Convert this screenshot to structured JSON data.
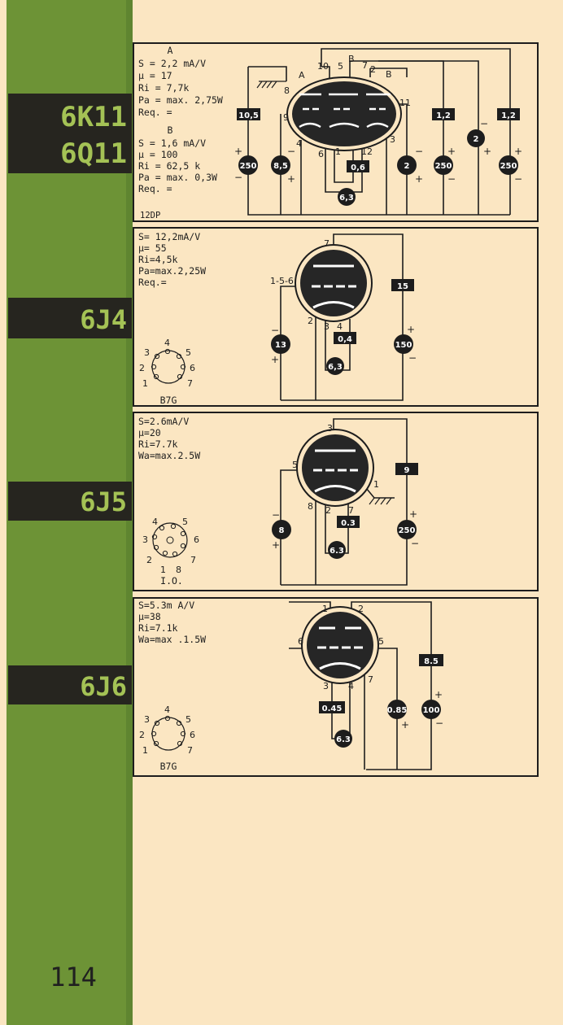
{
  "page_number": "114",
  "colors": {
    "green": "#6d9336",
    "dark": "#26251f",
    "paper": "#fbe6c2",
    "ink": "#1d1d1d",
    "label_green": "#a4c255"
  },
  "tubes": [
    {
      "names": [
        "6K11",
        "6Q11"
      ],
      "params_a_header": "A",
      "params_a": [
        "S = 2,2 mA/V",
        "μ = 17",
        "Ri = 7,7k",
        "Pa = max. 2,75W",
        "Req. ="
      ],
      "params_b_header": "B",
      "params_b": [
        "S = 1,6 mA/V",
        "μ = 100",
        "Ri = 62,5 k",
        "Pa = max. 0,3W",
        "Req. ="
      ],
      "base": "12DP",
      "pins": [
        "10",
        "5",
        "7",
        "2",
        "8",
        "9",
        "4",
        "6",
        "1",
        "12",
        "3",
        "11"
      ],
      "section_labels": [
        "A",
        "B",
        "B"
      ],
      "values": [
        "10,5",
        "250",
        "8,5",
        "0,6",
        "6,3",
        "2",
        "250",
        "1,2",
        "2",
        "1,2",
        "250"
      ]
    },
    {
      "names": [
        "6J4"
      ],
      "params": [
        "S= 12,2mA/V",
        "μ= 55",
        "Ri=4,5k",
        "Pa=max.2,25W",
        "Req.="
      ],
      "base": "B7G",
      "socket_pins": [
        "1",
        "2",
        "3",
        "4",
        "5",
        "6",
        "7"
      ],
      "pins": [
        "7",
        "1-5-6",
        "2",
        "3",
        "4"
      ],
      "values": [
        "15",
        "13",
        "0,4",
        "150",
        "6,3"
      ]
    },
    {
      "names": [
        "6J5"
      ],
      "params": [
        "S=2.6mA/V",
        "μ=20",
        "Ri=7.7k",
        "Wa=max.2.5W"
      ],
      "base": "I.O.",
      "socket_pins": [
        "1",
        "2",
        "3",
        "4",
        "5",
        "6",
        "7",
        "8"
      ],
      "pins": [
        "3",
        "5",
        "1",
        "8",
        "2",
        "7"
      ],
      "values": [
        "9",
        "8",
        "0.3",
        "250",
        "6.3"
      ]
    },
    {
      "names": [
        "6J6"
      ],
      "params": [
        "S=5.3m A/V",
        "μ=38",
        "Ri=7.1k",
        "Wa=max .1.5W"
      ],
      "base": "B7G",
      "socket_pins": [
        "1",
        "2",
        "3",
        "4",
        "5",
        "6",
        "7"
      ],
      "pins": [
        "1",
        "2",
        "6",
        "5",
        "3",
        "4",
        "7"
      ],
      "values": [
        "8.5",
        "0.45",
        "0.85",
        "100",
        "6.3"
      ]
    }
  ]
}
